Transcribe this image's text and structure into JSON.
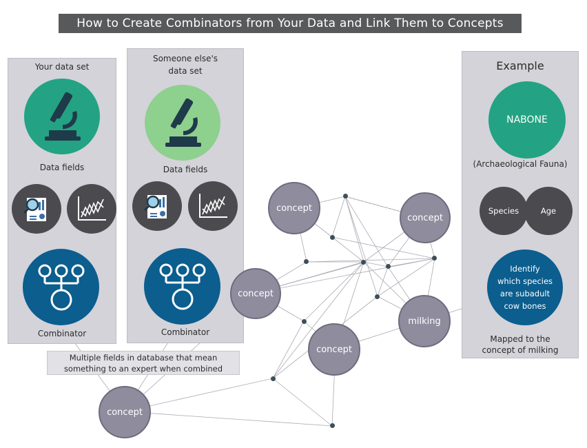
{
  "title": "How to Create Combinators from Your Data and Link Them to Concepts",
  "panels": {
    "your": {
      "title": "Your data set",
      "fields_label": "Data fields",
      "combinator_label": "Combinator"
    },
    "someone": {
      "title_line1": "Someone else's",
      "title_line2": "data set",
      "fields_label": "Data fields",
      "combinator_label": "Combinator"
    },
    "example": {
      "title": "Example",
      "nabone": "NABONE",
      "subtitle": "(Archaeological Fauna)",
      "species": "Species",
      "age": "Age",
      "identify_lines": [
        "Identify",
        "which species",
        "are subadult",
        "cow bones"
      ],
      "mapped_line1": "Mapped to the",
      "mapped_line2": "concept of milking"
    }
  },
  "callout": {
    "line1": "Multiple fields in database that mean",
    "line2": "something to an expert when combined"
  },
  "concepts": {
    "c1": "concept",
    "c2": "concept",
    "c3": "concept",
    "c4": "concept",
    "c5": "concept",
    "milking": "milking"
  },
  "colors": {
    "title_bg": "#58595b",
    "panel_bg": "#d4d3d9",
    "teal": "#23a383",
    "light_green": "#8ed08e",
    "dark_grey": "#4b4b4f",
    "blue": "#0b5e8e",
    "concept": "#8f8c9e",
    "node": "#3d4e5a"
  },
  "icons": [
    "microscope-icon",
    "magnifier-report-icon",
    "line-chart-icon",
    "combinator-tree-icon"
  ]
}
